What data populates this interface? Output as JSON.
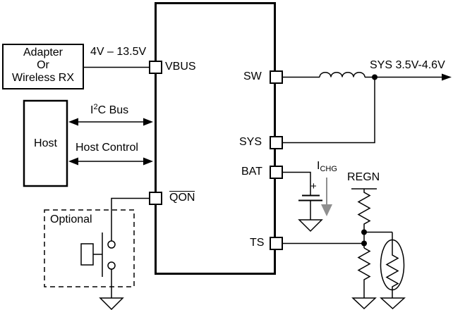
{
  "blocks": {
    "adapter": {
      "line1": "Adapter",
      "line2": "Or",
      "line3": "Wireless RX"
    },
    "host": "Host",
    "optional": "Optional"
  },
  "pins": {
    "vbus": "VBUS",
    "sw": "SW",
    "sys": "SYS",
    "bat": "BAT",
    "ts": "TS",
    "qon": "QON"
  },
  "labels": {
    "vbus_input_range": "4V – 13.5V",
    "i2c_prefix": "I",
    "i2c_sup": "2",
    "i2c_suffix": "C Bus",
    "host_control": "Host Control",
    "sys_output": "SYS 3.5V-4.6V",
    "ichg_prefix": "I",
    "ichg_sub": "CHG",
    "regn": "REGN",
    "battery_plus": "+"
  },
  "colors": {
    "line": "#000000",
    "ichg_arrow": "#8f8f8f",
    "background": "#ffffff"
  }
}
